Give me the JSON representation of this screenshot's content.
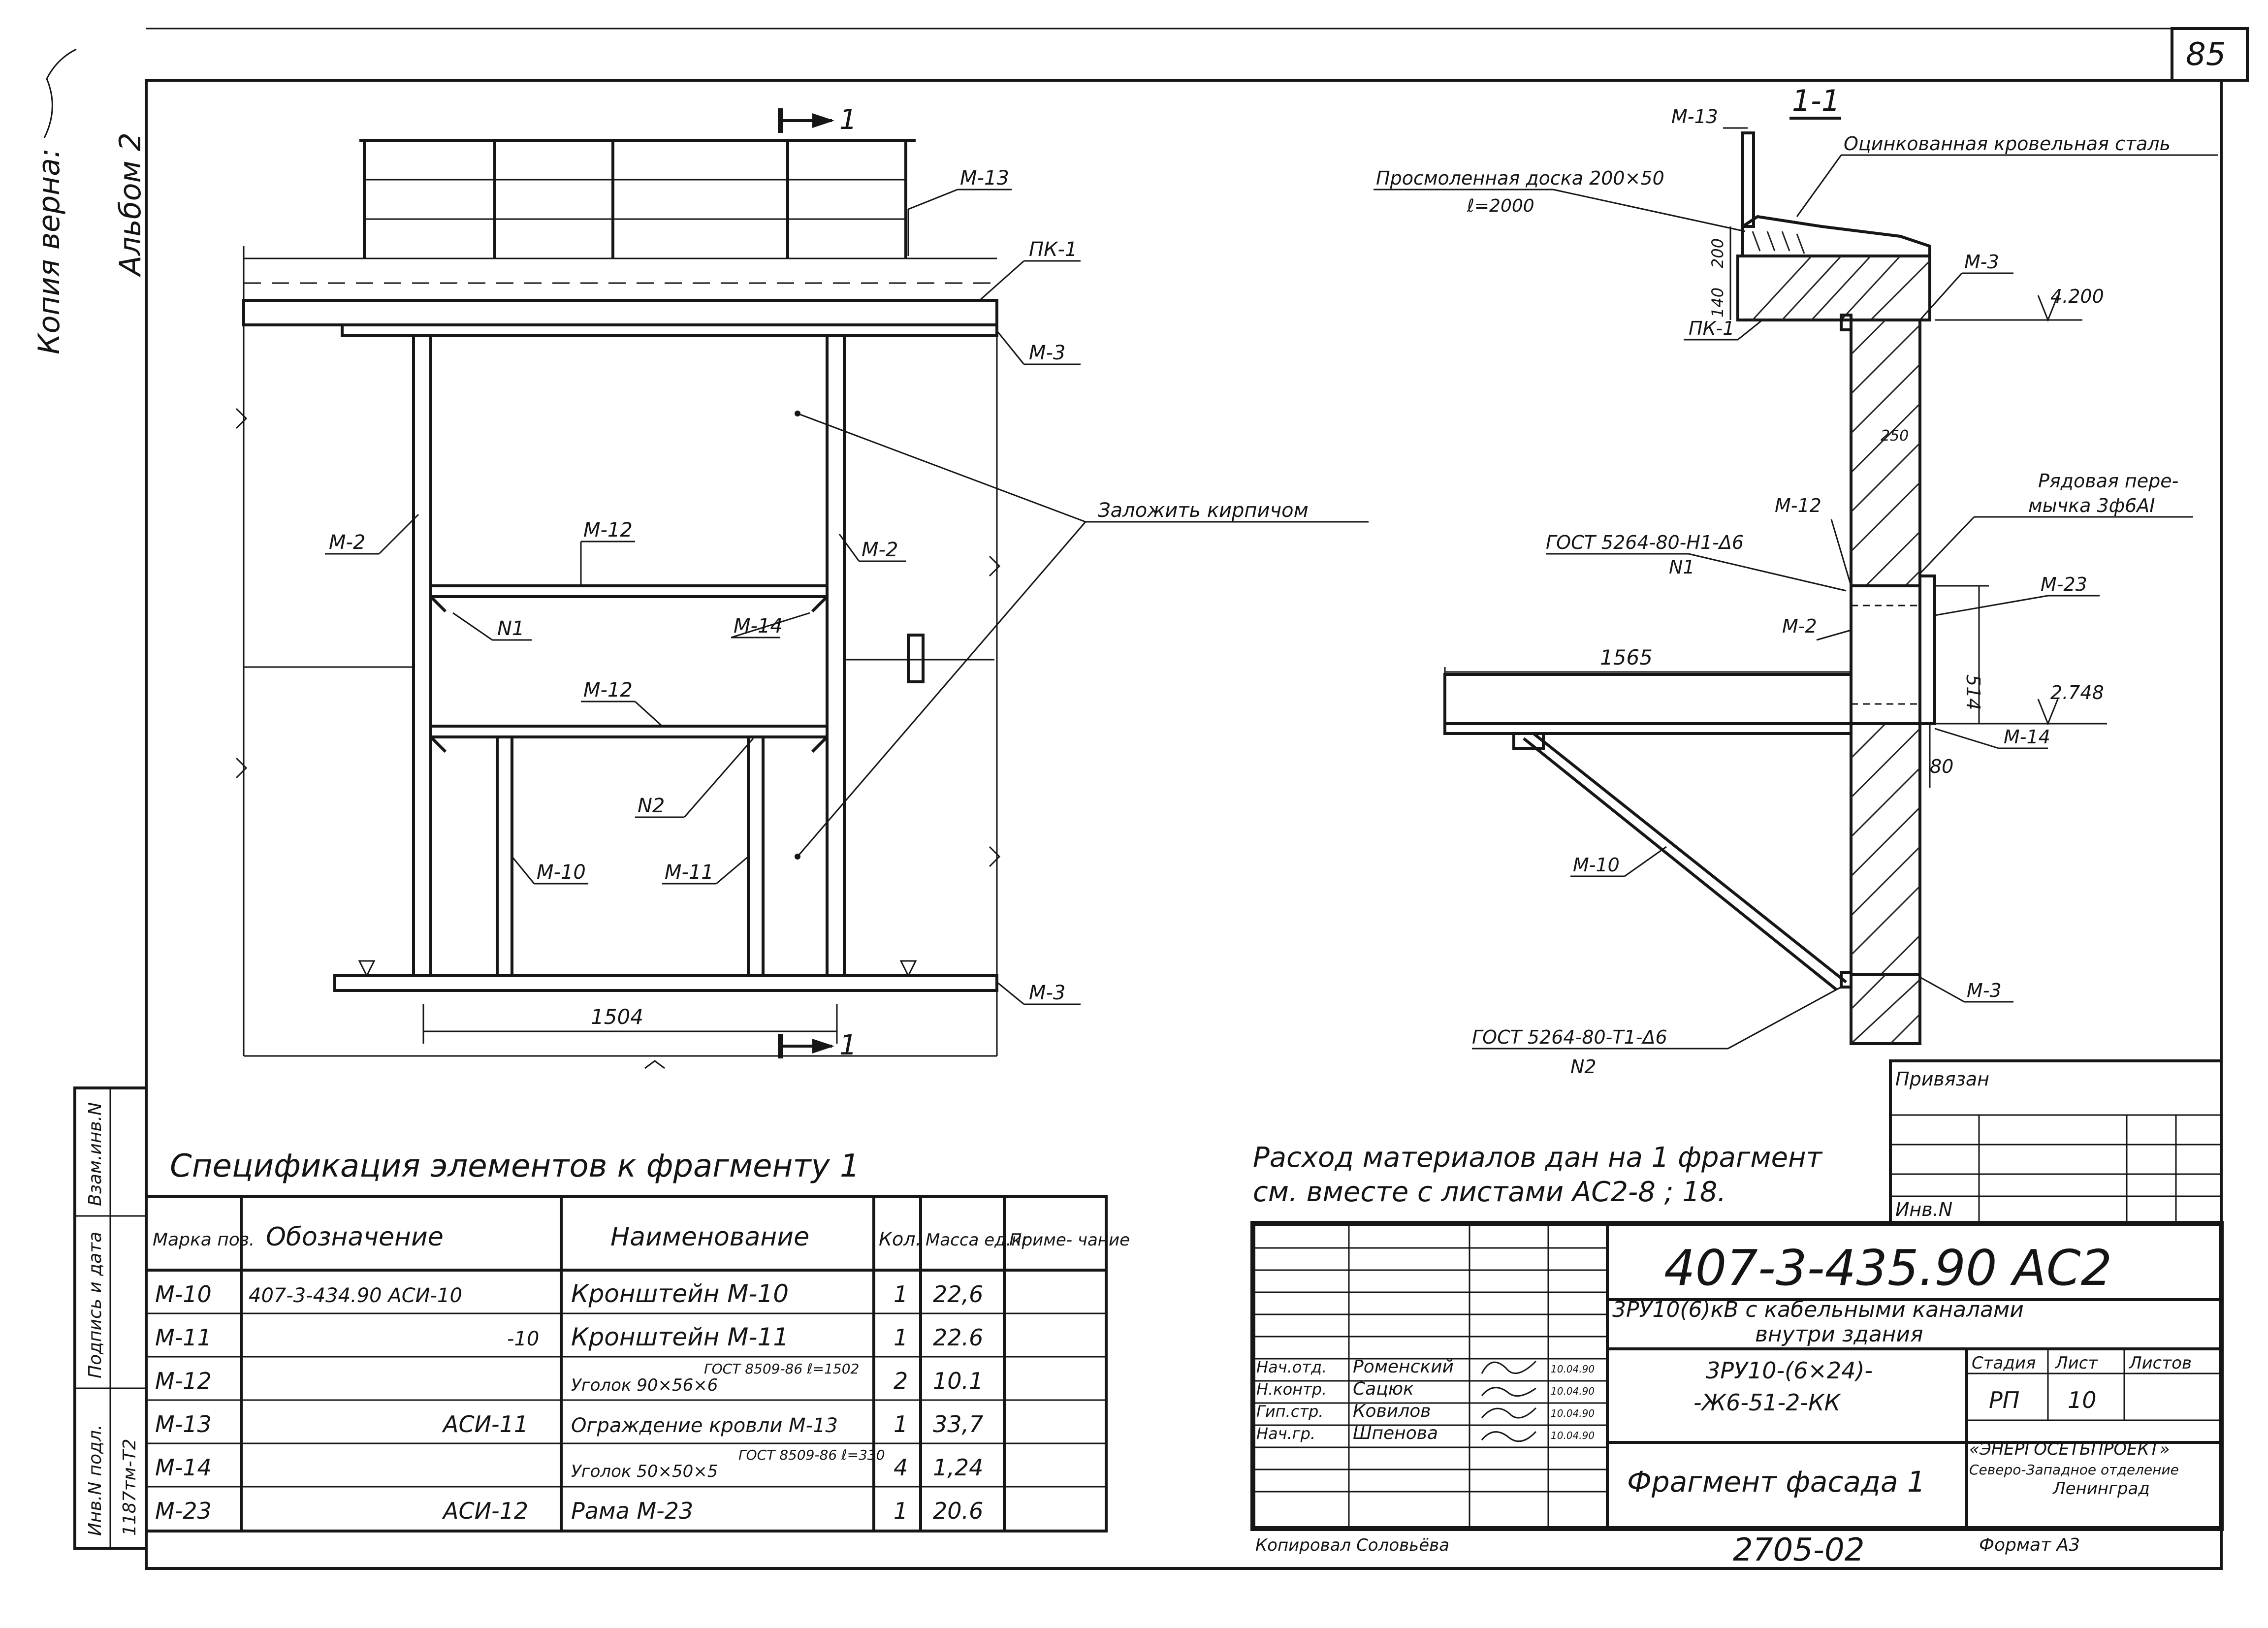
{
  "sheet_number": "85",
  "margin": {
    "copy_note": "Копия верна:",
    "album": "Альбом 2",
    "stamp_labels": [
      "Инв.N подл.",
      "Подпись и дата",
      "Взам.инв.N"
    ],
    "stamp_values": [
      "1187тм-Т2",
      "",
      ""
    ]
  },
  "fragment": {
    "section_mark": "1",
    "labels": {
      "m13": "М-13",
      "pk1": "ПК-1",
      "m3": "М-3",
      "m2": "М-2",
      "m12": "М-12",
      "n1": "N1",
      "n2": "N2",
      "m14": "М-14",
      "m10": "М-10",
      "m11": "М-11",
      "brick": "Заложить кирпичом"
    },
    "dim_1504": "1504"
  },
  "section": {
    "title": "1-1",
    "labels": {
      "m13": "М-13",
      "galv": "Оцинкованная кровельная сталь",
      "board": "Просмоленная доска 200×50",
      "board_len": "ℓ=2000",
      "dim200": "200",
      "dim140": "140",
      "pk1": "ПК-1",
      "m3": "М-3",
      "elev1": "4.200",
      "dim250": "250",
      "lintel1": "Рядовая пере-",
      "lintel2": "мычка 3ф6АI",
      "gost1": "ГОСТ 5264-80-Н1-Δ6",
      "n1": "N1",
      "m12": "М-12",
      "m23": "М-23",
      "m2": "М-2",
      "dim514": "514",
      "elev2": "2.748",
      "dim1565": "1565",
      "m14": "М-14",
      "dim80": "80",
      "m10": "М-10",
      "m3b": "М-3",
      "gost2": "ГОСТ 5264-80-Т1-Δ6",
      "n2": "N2"
    }
  },
  "spec": {
    "title": "Спецификация элементов к фрагменту 1",
    "headers": [
      "Марка поз.",
      "Обозначение",
      "Наименование",
      "Кол.",
      "Масса ед.кг",
      "Приме- чание"
    ],
    "rows": [
      {
        "mark": "М-10",
        "code": "407-3-434.90   АСИ-10",
        "name": "Кронштейн  М-10",
        "qty": "1",
        "mass": "22,6",
        "note": ""
      },
      {
        "mark": "М-11",
        "code": "-10",
        "name": "Кронштейн  М-11",
        "qty": "1",
        "mass": "22.6",
        "note": ""
      },
      {
        "mark": "М-12",
        "code": "",
        "name": "Уголок 90×56×6",
        "name_sub": "ГОСТ 8509-86 ℓ=1502",
        "qty": "2",
        "mass": "10.1",
        "note": ""
      },
      {
        "mark": "М-13",
        "code": "АСИ-11",
        "name": "Ограждение кровли М-13",
        "qty": "1",
        "mass": "33,7",
        "note": ""
      },
      {
        "mark": "М-14",
        "code": "",
        "name": "Уголок 50×50×5",
        "name_sub": "ГОСТ 8509-86 ℓ=330",
        "qty": "4",
        "mass": "1,24",
        "note": ""
      },
      {
        "mark": "М-23",
        "code": "АСИ-12",
        "name": "Рама  М-23",
        "qty": "1",
        "mass": "20.6",
        "note": ""
      }
    ]
  },
  "materials_note": [
    "Расход материалов дан на 1 фрагмент",
    "см. вместе с листами АС2-8 ; 18."
  ],
  "privyazan": "Привязан",
  "inv_n": "Инв.N",
  "title_block": {
    "code": "407-3-435.90  АС2",
    "desc1": "3РУ10(6)кВ с кабельными каналами",
    "desc2": "внутри здания",
    "desc3": "3РУ10-(6×24)-",
    "desc4": "-Ж6-51-2-КК",
    "stage_label": "Стадия",
    "sheet_label": "Лист",
    "sheets_label": "Листов",
    "stage": "РП",
    "sheet": "10",
    "sheets": "",
    "drawing_name": "Фрагмент фасада 1",
    "org1": "«ЭНЕРГОСЕТЬПРОЕКТ»",
    "org2": "Северо-Западное отделение",
    "org3": "Ленинград",
    "signers": [
      {
        "role": "Нач.отд.",
        "name": "Роменский",
        "date": "10.04.90"
      },
      {
        "role": "Н.контр.",
        "name": "Сацюк",
        "date": "10.04.90"
      },
      {
        "role": "Гип.стр.",
        "name": "Ковилов",
        "date": "10.04.90"
      },
      {
        "role": "Нач.гр.",
        "name": "Шпенова",
        "date": "10.04.90"
      }
    ]
  },
  "footer": {
    "copied": "Копировал Соловьёва",
    "number": "2705-02",
    "format": "Формат А3"
  }
}
